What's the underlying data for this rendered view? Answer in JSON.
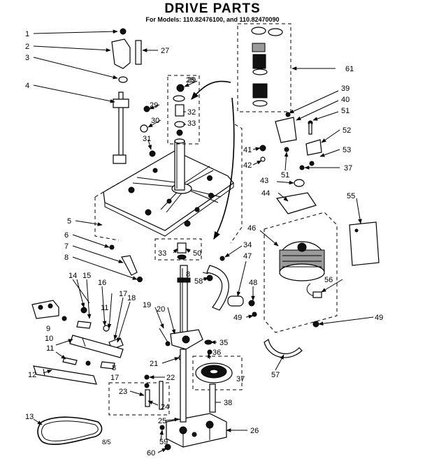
{
  "header": {
    "title": "DRIVE PARTS",
    "subtitle": "For Models: 110.82476100, and 110.82470090"
  },
  "callouts": [
    {
      "id": "c1",
      "text": "1"
    },
    {
      "id": "c2",
      "text": "2"
    },
    {
      "id": "c3",
      "text": "3"
    },
    {
      "id": "c4",
      "text": "4"
    },
    {
      "id": "c5",
      "text": "5"
    },
    {
      "id": "c6",
      "text": "6"
    },
    {
      "id": "c7",
      "text": "7"
    },
    {
      "id": "c8a",
      "text": "8"
    },
    {
      "id": "c8b",
      "text": "8"
    },
    {
      "id": "c8c",
      "text": "8"
    },
    {
      "id": "c9",
      "text": "9"
    },
    {
      "id": "c10",
      "text": "10"
    },
    {
      "id": "c11a",
      "text": "11"
    },
    {
      "id": "c11b",
      "text": "11"
    },
    {
      "id": "c12",
      "text": "12"
    },
    {
      "id": "c13",
      "text": "13"
    },
    {
      "id": "c14",
      "text": "14"
    },
    {
      "id": "c15",
      "text": "15"
    },
    {
      "id": "c16",
      "text": "16"
    },
    {
      "id": "c17a",
      "text": "17"
    },
    {
      "id": "c17b",
      "text": "17"
    },
    {
      "id": "c18",
      "text": "18"
    },
    {
      "id": "c19",
      "text": "19"
    },
    {
      "id": "c20",
      "text": "20"
    },
    {
      "id": "c21",
      "text": "21"
    },
    {
      "id": "c22",
      "text": "22"
    },
    {
      "id": "c23",
      "text": "23"
    },
    {
      "id": "c24",
      "text": "24"
    },
    {
      "id": "c25",
      "text": "25"
    },
    {
      "id": "c26",
      "text": "26"
    },
    {
      "id": "c27",
      "text": "27"
    },
    {
      "id": "c28",
      "text": "28"
    },
    {
      "id": "c29a",
      "text": "29"
    },
    {
      "id": "c29b",
      "text": "29"
    },
    {
      "id": "c30",
      "text": "30"
    },
    {
      "id": "c31",
      "text": "31"
    },
    {
      "id": "c32",
      "text": "32"
    },
    {
      "id": "c33a",
      "text": "33"
    },
    {
      "id": "c33b",
      "text": "33"
    },
    {
      "id": "c34",
      "text": "34"
    },
    {
      "id": "c35",
      "text": "35"
    },
    {
      "id": "c36",
      "text": "36"
    },
    {
      "id": "c37a",
      "text": "37"
    },
    {
      "id": "c37b",
      "text": "37"
    },
    {
      "id": "c38",
      "text": "38"
    },
    {
      "id": "c39",
      "text": "39"
    },
    {
      "id": "c40",
      "text": "40"
    },
    {
      "id": "c41",
      "text": "41"
    },
    {
      "id": "c42",
      "text": "42"
    },
    {
      "id": "c43",
      "text": "43"
    },
    {
      "id": "c44",
      "text": "44"
    },
    {
      "id": "c46",
      "text": "46"
    },
    {
      "id": "c47",
      "text": "47"
    },
    {
      "id": "c48",
      "text": "48"
    },
    {
      "id": "c49a",
      "text": "49"
    },
    {
      "id": "c49b",
      "text": "49"
    },
    {
      "id": "c50",
      "text": "50"
    },
    {
      "id": "c51a",
      "text": "51"
    },
    {
      "id": "c51b",
      "text": "51"
    },
    {
      "id": "c52",
      "text": "52"
    },
    {
      "id": "c53",
      "text": "53"
    },
    {
      "id": "c55",
      "text": "55"
    },
    {
      "id": "c56",
      "text": "56"
    },
    {
      "id": "c57",
      "text": "57"
    },
    {
      "id": "c58",
      "text": "58"
    },
    {
      "id": "c59",
      "text": "59"
    },
    {
      "id": "c60",
      "text": "60"
    },
    {
      "id": "c61",
      "text": "61"
    }
  ],
  "notes": {
    "page_mark": "8/5"
  }
}
